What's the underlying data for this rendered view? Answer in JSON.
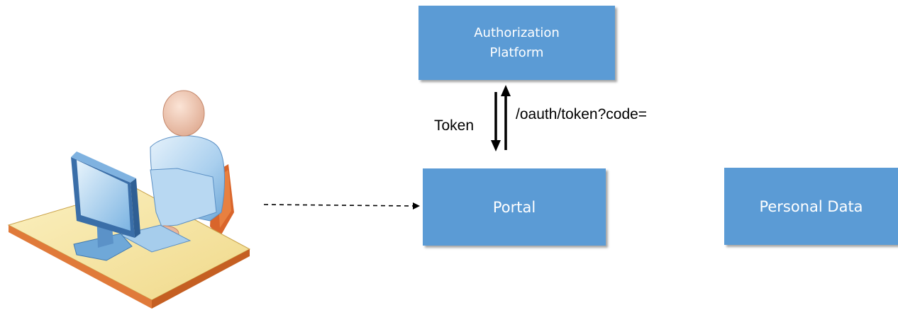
{
  "nodes": {
    "authorization": {
      "line1": "Authorization",
      "line2": "Platform"
    },
    "portal": {
      "label": "Portal"
    },
    "personal_data": {
      "label": "Personal Data"
    }
  },
  "edges": {
    "token_label": "Token",
    "code_label": "/oauth/token?code="
  },
  "icons": {
    "user": "user-at-computer-icon"
  },
  "colors": {
    "box_fill": "#5b9bd5",
    "box_text": "#ffffff",
    "arrow": "#000000"
  }
}
